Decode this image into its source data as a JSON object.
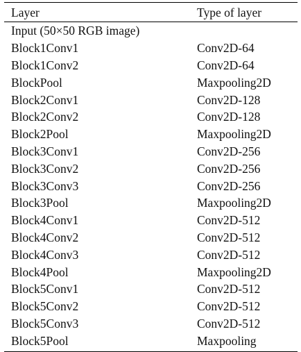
{
  "table": {
    "headers": {
      "layer": "Layer",
      "type": "Type of layer"
    },
    "input_row": "Input (50×50 RGB image)",
    "rows": [
      {
        "layer": "Block1Conv1",
        "type": "Conv2D-64"
      },
      {
        "layer": "Block1Conv2",
        "type": "Conv2D-64"
      },
      {
        "layer": "BlockPool",
        "type": "Maxpooling2D"
      },
      {
        "layer": "Block2Conv1",
        "type": "Conv2D-128"
      },
      {
        "layer": "Block2Conv2",
        "type": "Conv2D-128"
      },
      {
        "layer": "Block2Pool",
        "type": "Maxpooling2D"
      },
      {
        "layer": "Block3Conv1",
        "type": "Conv2D-256"
      },
      {
        "layer": "Block3Conv2",
        "type": "Conv2D-256"
      },
      {
        "layer": "Block3Conv3",
        "type": "Conv2D-256"
      },
      {
        "layer": "Block3Pool",
        "type": "Maxpooling2D"
      },
      {
        "layer": "Block4Conv1",
        "type": "Conv2D-512"
      },
      {
        "layer": "Block4Conv2",
        "type": "Conv2D-512"
      },
      {
        "layer": "Block4Conv3",
        "type": "Conv2D-512"
      },
      {
        "layer": "Block4Pool",
        "type": "Maxpooling2D"
      },
      {
        "layer": "Block5Conv1",
        "type": "Conv2D-512"
      },
      {
        "layer": "Block5Conv2",
        "type": "Conv2D-512"
      },
      {
        "layer": "Block5Conv3",
        "type": "Conv2D-512"
      },
      {
        "layer": "Block5Pool",
        "type": "Maxpooling"
      }
    ]
  }
}
